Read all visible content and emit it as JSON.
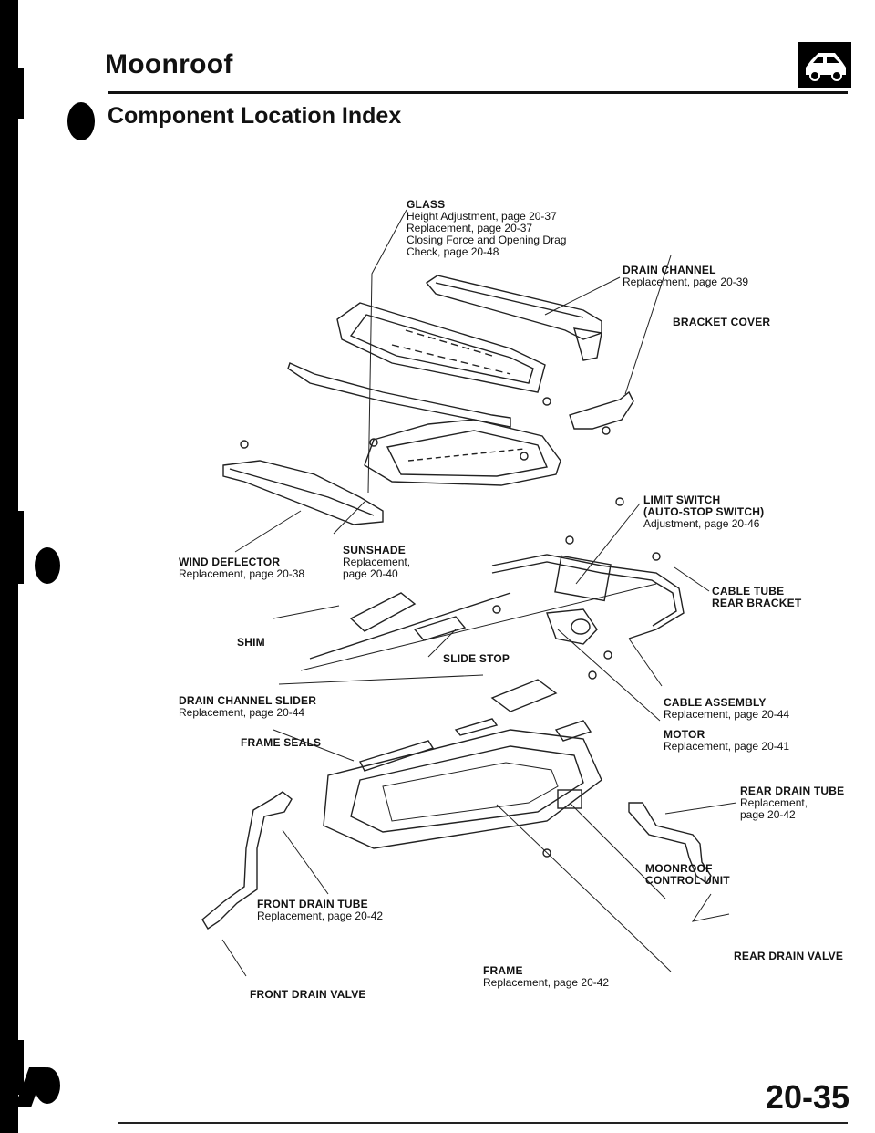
{
  "header": {
    "title": "Moonroof",
    "subtitle": "Component Location Index"
  },
  "labels": {
    "glass": {
      "name": "GLASS",
      "lines": [
        "Height Adjustment, page 20-37",
        "Replacement, page 20-37",
        "Closing Force and Opening Drag",
        "Check, page 20-48"
      ]
    },
    "drain_channel": {
      "name": "DRAIN CHANNEL",
      "lines": [
        "Replacement, page 20-39"
      ]
    },
    "bracket_cover": {
      "name": "BRACKET COVER"
    },
    "limit_switch": {
      "name": "LIMIT SWITCH",
      "name2": "(AUTO-STOP SWITCH)",
      "lines": [
        "Adjustment, page 20-46"
      ]
    },
    "sunshade": {
      "name": "SUNSHADE",
      "lines": [
        "Replacement,",
        "page 20-40"
      ]
    },
    "wind_deflector": {
      "name": "WIND DEFLECTOR",
      "lines": [
        "Replacement, page 20-38"
      ]
    },
    "cable_tube_bracket": {
      "name": "CABLE TUBE",
      "name2": "REAR BRACKET"
    },
    "shim": {
      "name": "SHIM"
    },
    "slide_stop": {
      "name": "SLIDE STOP"
    },
    "drain_channel_slider": {
      "name": "DRAIN CHANNEL SLIDER",
      "lines": [
        "Replacement, page 20-44"
      ]
    },
    "cable_assembly": {
      "name": "CABLE ASSEMBLY",
      "lines": [
        "Replacement, page 20-44"
      ]
    },
    "motor": {
      "name": "MOTOR",
      "lines": [
        "Replacement, page 20-41"
      ]
    },
    "frame_seals": {
      "name": "FRAME SEALS"
    },
    "rear_drain_tube": {
      "name": "REAR DRAIN TUBE",
      "lines": [
        "Replacement,",
        "page 20-42"
      ]
    },
    "moonroof_control_unit": {
      "name": "MOONROOF",
      "name2": "CONTROL UNIT"
    },
    "front_drain_tube": {
      "name": "FRONT DRAIN TUBE",
      "lines": [
        "Replacement, page 20-42"
      ]
    },
    "rear_drain_valve": {
      "name": "REAR DRAIN VALVE"
    },
    "frame": {
      "name": "FRAME",
      "lines": [
        "Replacement, page 20-42"
      ]
    },
    "front_drain_valve": {
      "name": "FRONT DRAIN VALVE"
    }
  },
  "footer": {
    "page_number": "20-35"
  }
}
